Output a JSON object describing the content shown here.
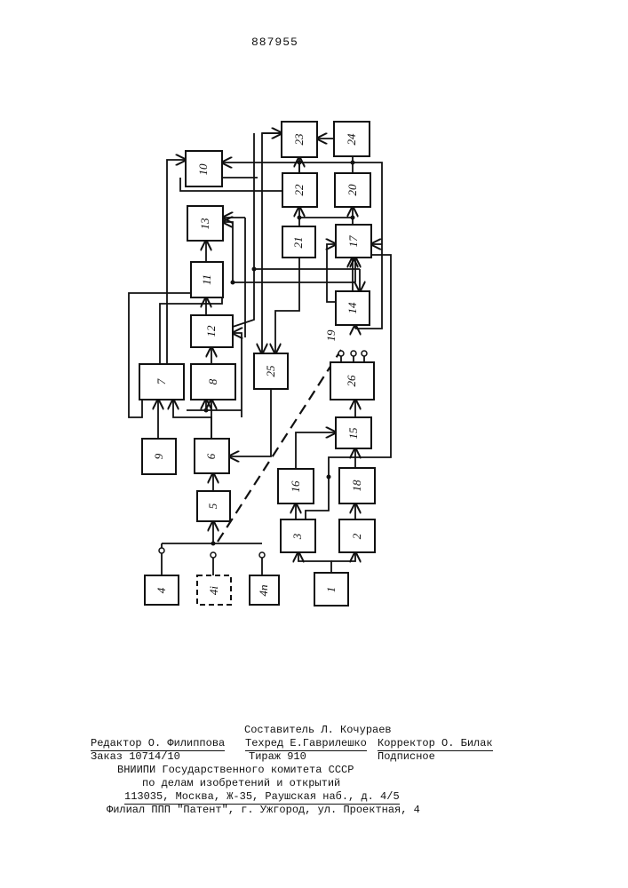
{
  "patent_number": "887955",
  "diagram": {
    "blocks": {
      "b1": "1",
      "b2": "2",
      "b3": "3",
      "b4": "4",
      "b4i": "4i",
      "b4n": "4n",
      "b5": "5",
      "b6": "6",
      "b7": "7",
      "b8": "8",
      "b9": "9",
      "b10": "10",
      "b11": "11",
      "b12": "12",
      "b13": "13",
      "b14": "14",
      "b15": "15",
      "b16": "16",
      "b17": "17",
      "b18": "18",
      "b20": "20",
      "b21": "21",
      "b22": "22",
      "b23": "23",
      "b24": "24",
      "b25": "25",
      "b26": "26"
    },
    "link_label": "19"
  },
  "colophon": {
    "compiler": "Составитель Л. Кочураев",
    "editor": "Редактор О. Филиппова",
    "techred": "Техред Е.Гаврилешко",
    "corrector": "Корректор О. Билак",
    "order": "Заказ 10714/10",
    "circulation": "Тираж 910",
    "subscription": "Подписное",
    "org_line1": "ВНИИПИ Государственного комитета СССР",
    "org_line2": "по делам изобретений и открытий",
    "address": "113035, Москва, Ж-35, Раушская наб., д. 4/5",
    "branch": "Филиал ППП \"Патент\", г. Ужгород, ул. Проектная, 4"
  }
}
